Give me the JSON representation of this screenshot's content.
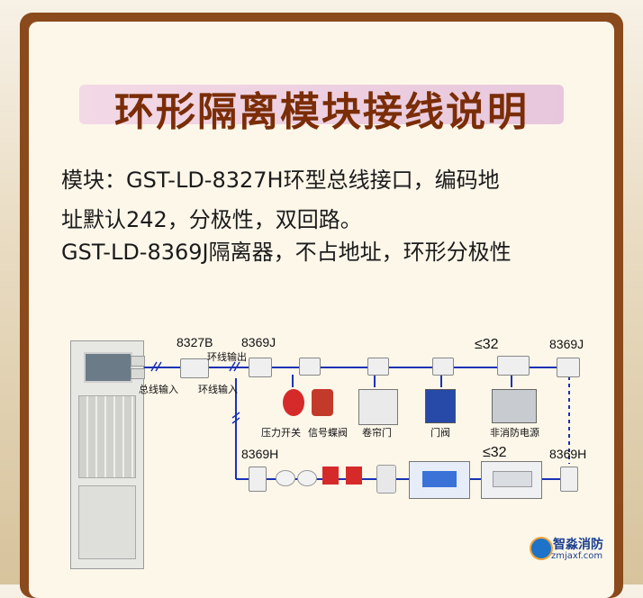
{
  "title": "环形隔离模块接线说明",
  "text": {
    "line1": "模块：GST-LD-8327H环型总线接口，编码地",
    "line2": "址默认242，分极性，双回路。",
    "line3": "GST-LD-8369J隔离器，不占地址，环形分极性"
  },
  "diagram": {
    "label_8327b": "8327B",
    "label_8369j_top": "8369J",
    "label_ring_out": "环线输出",
    "label_bus_in": "总线输入",
    "label_ring_in": "环线输入",
    "label_le32_top": "≤32",
    "label_8369j_right": "8369J",
    "label_pressure_switch": "压力开关",
    "label_signal_valve": "信号蝶阀",
    "label_shutter_door": "卷帘门",
    "label_door_valve": "门阀",
    "label_non_fire_power": "非消防电源",
    "label_8369h_left": "8369H",
    "label_le32_bottom": "≤32",
    "label_8369h_right": "8369H"
  },
  "logo": {
    "name": "智淼消防",
    "site": "zmjaxf.com"
  },
  "colors": {
    "frame": "#8a4a1c",
    "title": "#7a2d06",
    "line": "#1a32b5"
  }
}
